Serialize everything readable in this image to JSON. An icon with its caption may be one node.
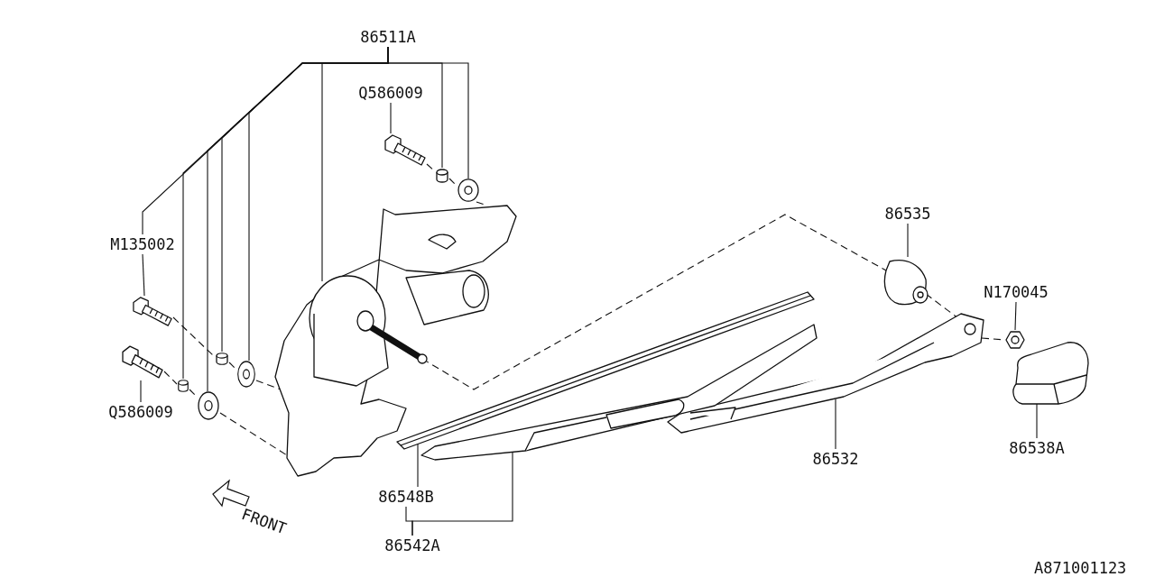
{
  "diagram": {
    "nodes": [
      {
        "text": [
          "86511A"
        ]
      },
      {
        "text": [
          "Q586009"
        ]
      },
      {
        "text": [
          "M135002"
        ]
      },
      {
        "text": [
          "Q586009"
        ]
      },
      {
        "text": [
          "86535"
        ]
      },
      {
        "text": [
          "N170045"
        ]
      },
      {
        "text": [
          "86532"
        ]
      },
      {
        "text": [
          "86538A"
        ]
      },
      {
        "text": [
          "86548B"
        ]
      },
      {
        "text": [
          "86542A"
        ]
      },
      {
        "text": [],
        "shape": "picture"
      },
      {
        "text": [],
        "shape": "picture"
      },
      {
        "text": [],
        "shape": "picture"
      },
      {
        "text": [],
        "shape": "picture"
      },
      {
        "text": [],
        "shape": "picture"
      },
      {
        "text": [],
        "shape": "picture"
      },
      {
        "text": [],
        "shape": "picture"
      },
      {
        "text": [],
        "shape": "picture"
      },
      {
        "text": [],
        "shape": "picture"
      },
      {
        "text": [],
        "shape": "picture"
      },
      {
        "text": [],
        "shape": "picture"
      },
      {
        "text": [],
        "shape": "picture"
      },
      {
        "text": [],
        "shape": "picture"
      },
      {
        "text": [],
        "shape": "picture"
      },
      {
        "text": [],
        "shape": "picture"
      },
      {
        "text": [],
        "shape": "picture"
      }
    ],
    "edges": [
      {
        "from": 0,
        "to": 10,
        "arrow": "none"
      },
      {
        "from": 0,
        "to": 12,
        "arrow": "none"
      },
      {
        "from": 0,
        "to": 13,
        "arrow": "none"
      },
      {
        "from": 0,
        "to": 18,
        "arrow": "none"
      },
      {
        "from": 0,
        "to": 16,
        "arrow": "none"
      },
      {
        "from": 0,
        "to": 19,
        "arrow": "none"
      },
      {
        "from": 0,
        "to": 17,
        "arrow": "none"
      },
      {
        "from": 0,
        "to": 2,
        "arrow": "none"
      },
      {
        "from": 1,
        "to": 11,
        "arrow": "none"
      },
      {
        "from": 2,
        "to": 14,
        "arrow": "none"
      },
      {
        "from": 3,
        "to": 15,
        "arrow": "none"
      },
      {
        "from": 4,
        "to": 20,
        "arrow": "none"
      },
      {
        "from": 5,
        "to": 21,
        "arrow": "none"
      },
      {
        "from": 6,
        "to": 22,
        "arrow": "none"
      },
      {
        "from": 7,
        "to": 23,
        "arrow": "none"
      },
      {
        "from": 8,
        "to": 25,
        "arrow": "none"
      },
      {
        "from": 9,
        "to": 24,
        "arrow": "none"
      },
      {
        "from": 9,
        "to": 8,
        "arrow": "none"
      },
      {
        "from": 11,
        "to": 12,
        "arrow": "none",
        "style": "dashed"
      },
      {
        "from": 12,
        "to": 13,
        "arrow": "none",
        "style": "dashed"
      },
      {
        "from": 13,
        "to": 10,
        "arrow": "none",
        "style": "dashed"
      },
      {
        "from": 14,
        "to": 16,
        "arrow": "none",
        "style": "dashed"
      },
      {
        "from": 16,
        "to": 18,
        "arrow": "none",
        "style": "dashed"
      },
      {
        "from": 18,
        "to": 10,
        "arrow": "none",
        "style": "dashed"
      },
      {
        "from": 15,
        "to": 17,
        "arrow": "none",
        "style": "dashed"
      },
      {
        "from": 17,
        "to": 19,
        "arrow": "none",
        "style": "dashed"
      },
      {
        "from": 19,
        "to": 10,
        "arrow": "none",
        "style": "dashed"
      },
      {
        "from": 10,
        "to": 20,
        "arrow": "none",
        "style": "dashed"
      },
      {
        "from": 20,
        "to": 22,
        "arrow": "none",
        "style": "dashed"
      },
      {
        "from": 22,
        "to": 21,
        "arrow": "none",
        "style": "dashed"
      }
    ],
    "labels": [
      "FRONT",
      "A871001123"
    ]
  }
}
